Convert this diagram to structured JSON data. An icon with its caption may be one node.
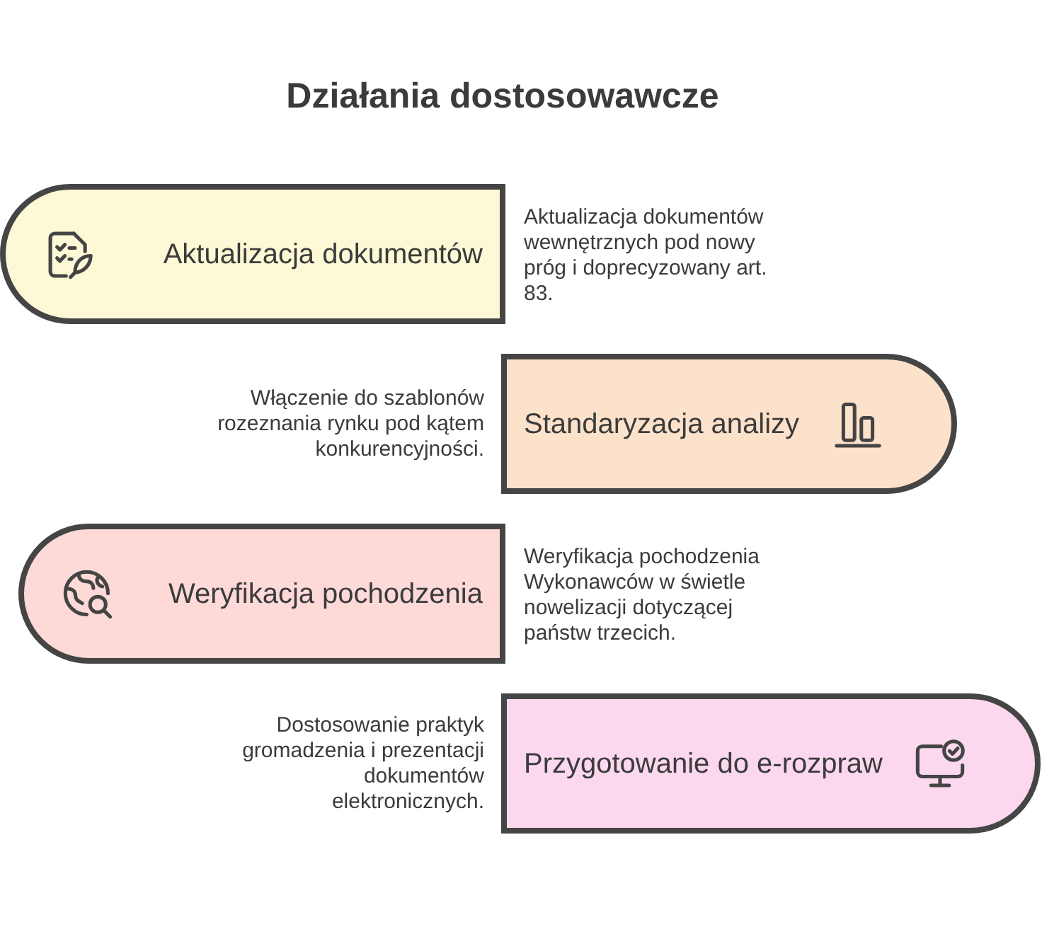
{
  "diagram": {
    "title": "Działania dostosowawcze",
    "nodes": [
      {
        "text": [
          "Aktualizacja dokumentów"
        ],
        "beside": [
          "Aktualizacja dokumentów wewnętrznych pod nowy próg i doprecyzowany art. 83."
        ]
      },
      {
        "text": [
          "Standaryzacja analizy"
        ],
        "beside": [
          "Włączenie do szablonów rozeznania rynku pod kątem konkurencyjności."
        ]
      },
      {
        "text": [
          "Weryfikacja pochodzenia"
        ],
        "beside": [
          "Weryfikacja pochodzenia Wykonawców w świetle nowelizacji dotyczącej państw trzecich."
        ]
      },
      {
        "text": [
          "Przygotowanie do e-rozpraw"
        ],
        "beside": [
          "Dostosowanie praktyk gromadzenia i prezentacji dokumentów elektronicznych."
        ]
      }
    ]
  }
}
